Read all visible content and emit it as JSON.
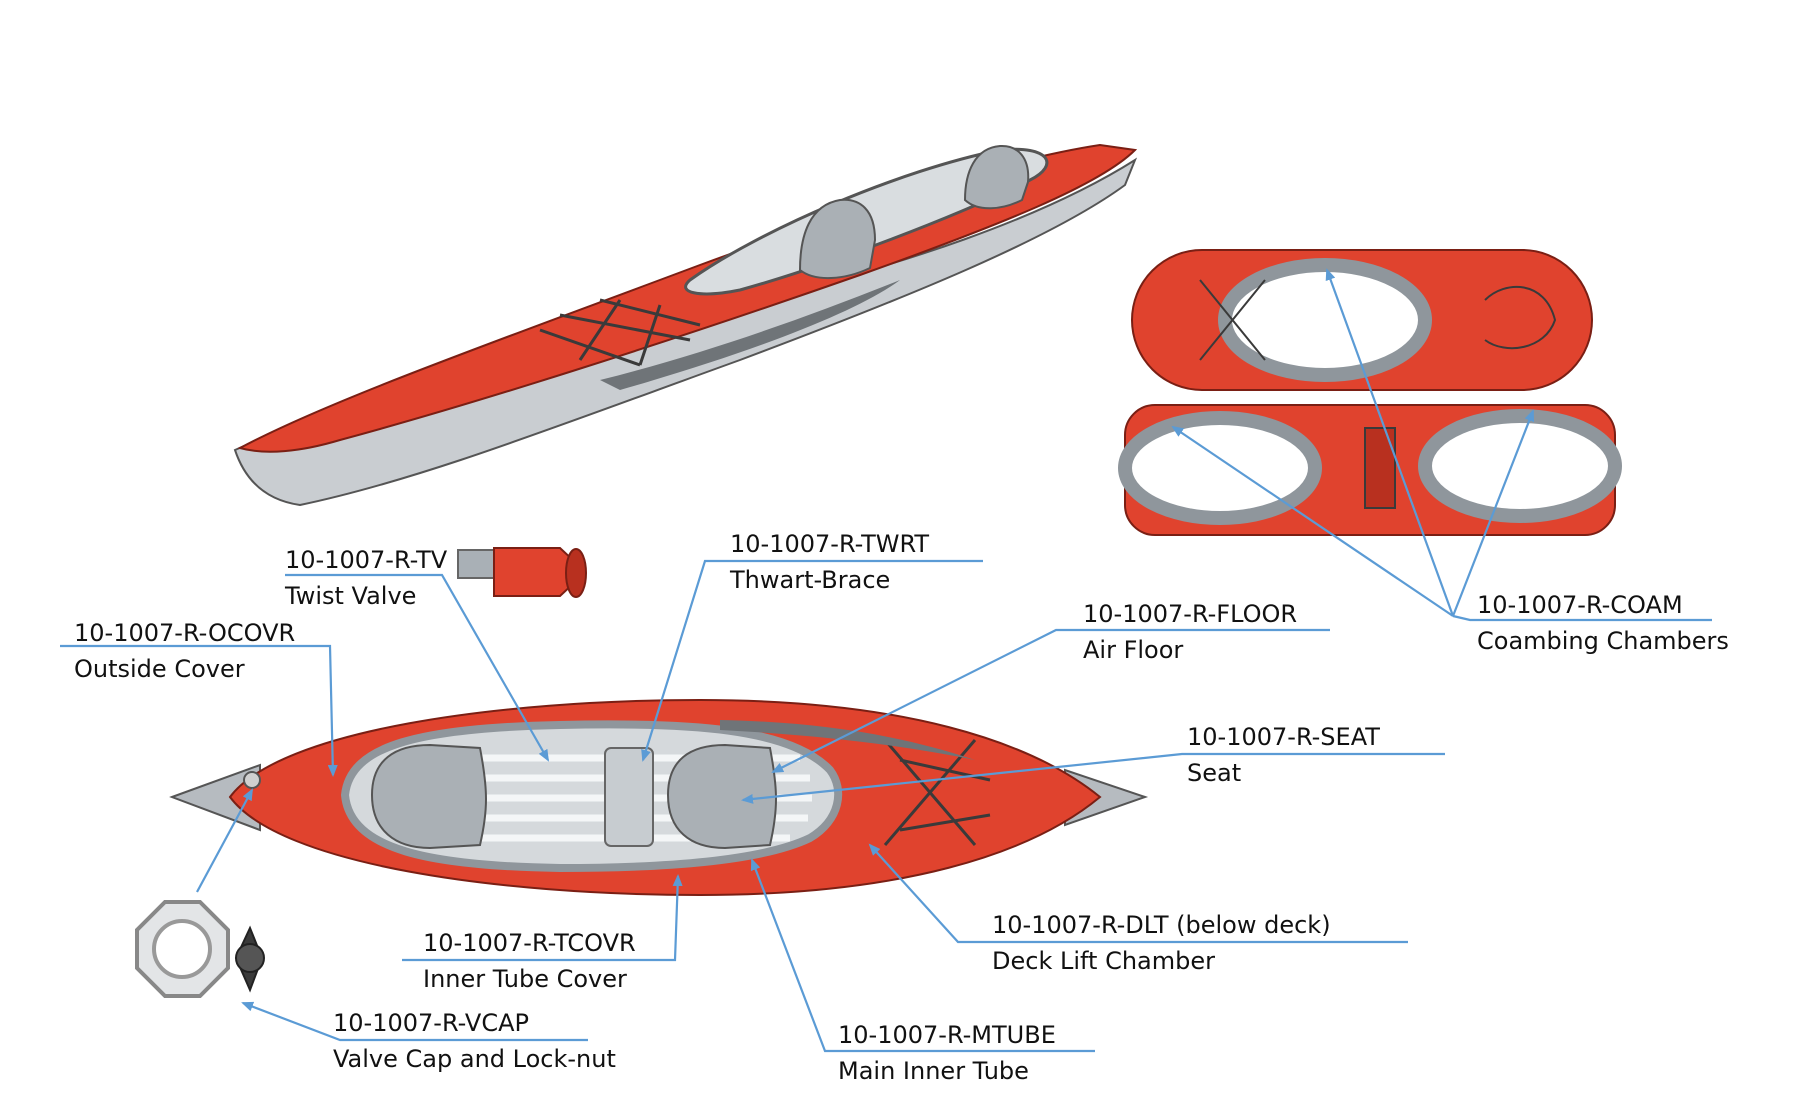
{
  "colors": {
    "hull_red": "#e0432e",
    "hull_red_dark": "#b8301f",
    "hull_gray": "#c9cdd1",
    "rim_gray": "#8f969c",
    "floor_light": "#e9edf0",
    "leader_blue": "#5b9bd5",
    "text": "#111111"
  },
  "parts": [
    {
      "id": "tv",
      "code": "10-1007-R-TV",
      "name": "Twist Valve"
    },
    {
      "id": "twrt",
      "code": "10-1007-R-TWRT",
      "name": "Thwart-Brace"
    },
    {
      "id": "ocovr",
      "code": "10-1007-R-OCOVR",
      "name": "Outside Cover"
    },
    {
      "id": "floor",
      "code": "10-1007-R-FLOOR",
      "name": "Air Floor"
    },
    {
      "id": "coam",
      "code": "10-1007-R-COAM",
      "name": "Coambing Chambers"
    },
    {
      "id": "seat",
      "code": "10-1007-R-SEAT",
      "name": "Seat"
    },
    {
      "id": "dlt",
      "code": "10-1007-R-DLT (below deck)",
      "name": "Deck Lift Chamber"
    },
    {
      "id": "tcovr",
      "code": "10-1007-R-TCOVR",
      "name": "Inner Tube Cover"
    },
    {
      "id": "mtube",
      "code": "10-1007-R-MTUBE",
      "name": "Main Inner Tube"
    },
    {
      "id": "vcap",
      "code": "10-1007-R-VCAP",
      "name": "Valve Cap and Lock-nut"
    }
  ]
}
